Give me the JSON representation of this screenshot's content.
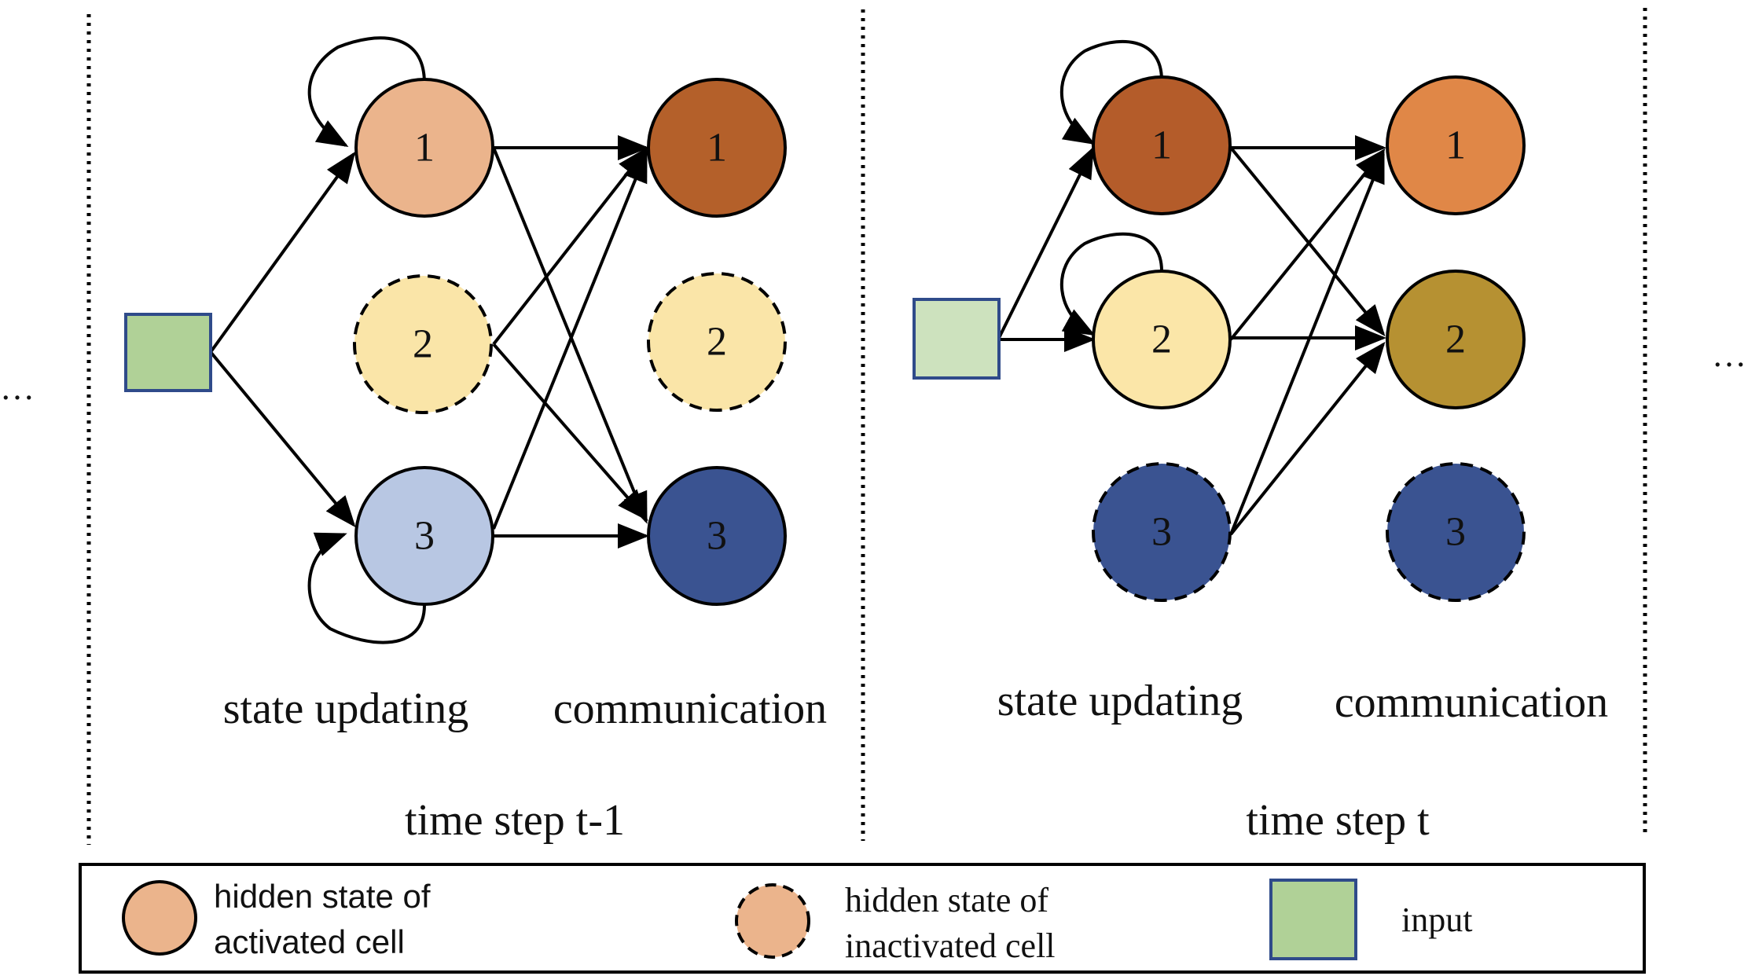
{
  "left_ellipsis": "…",
  "right_ellipsis": "…",
  "panels": [
    {
      "caption": "time step t-1",
      "state_label": "state updating",
      "comm_label": "communication",
      "input_color": "#b0d197",
      "state_nodes": [
        {
          "label": "1",
          "color": "#ebb48c",
          "active": true
        },
        {
          "label": "2",
          "color": "#fae5a8",
          "active": false
        },
        {
          "label": "3",
          "color": "#b8c7e3",
          "active": true
        }
      ],
      "comm_nodes": [
        {
          "label": "1",
          "color": "#b4602a",
          "active": true
        },
        {
          "label": "2",
          "color": "#fae5a8",
          "active": false
        },
        {
          "label": "3",
          "color": "#3a5391",
          "active": true
        }
      ]
    },
    {
      "caption": "time step t",
      "state_label": "state updating",
      "comm_label": "communication",
      "input_color": "#cde2be",
      "state_nodes": [
        {
          "label": "1",
          "color": "#b45c2a",
          "active": true
        },
        {
          "label": "2",
          "color": "#fbe6a8",
          "active": true
        },
        {
          "label": "3",
          "color": "#3a5391",
          "active": false
        }
      ],
      "comm_nodes": [
        {
          "label": "1",
          "color": "#e08747",
          "active": true
        },
        {
          "label": "2",
          "color": "#b69132",
          "active": true
        },
        {
          "label": "3",
          "color": "#3a5391",
          "active": false
        }
      ]
    }
  ],
  "legend": {
    "active_line1": "hidden state of",
    "active_line2": "activated cell",
    "active_color": "#ebb48c",
    "inactive_line1": "hidden state of",
    "inactive_line2": "inactivated cell",
    "inactive_color": "#ebb48c",
    "input_label": "input",
    "input_color": "#b0d197"
  }
}
